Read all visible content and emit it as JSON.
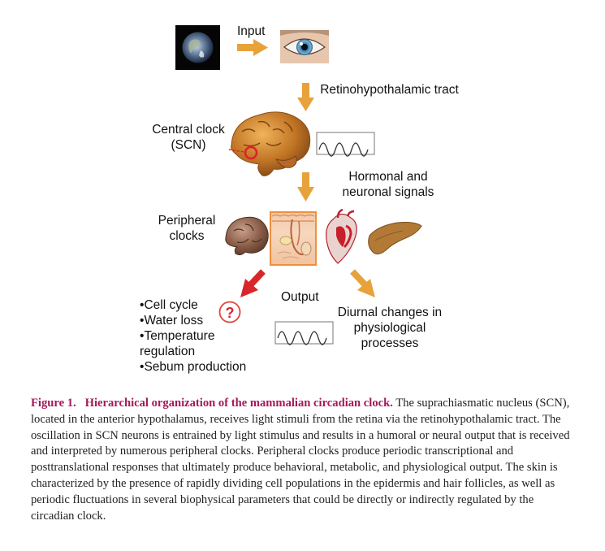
{
  "diagram": {
    "input_label": "Input",
    "rht_label": "Retinohypothalamic tract",
    "central_clock_label": "Central clock (SCN)",
    "hormonal_label": "Hormonal and neuronal signals",
    "peripheral_label": "Peripheral clocks",
    "output_label": "Output",
    "diurnal_label": "Diurnal changes in physiological processes",
    "question_mark": "?",
    "bullets": [
      "Cell cycle",
      "Water loss",
      "Temperature regulation",
      "Sebum production"
    ],
    "colors": {
      "arrow": "#e8a23a",
      "red_arrow": "#d8262b",
      "caption_accent": "#a4195b"
    }
  },
  "caption": {
    "label": "Figure 1.",
    "title": "Hierarchical organization of the mammalian circadian clock.",
    "body": " The suprachiasmatic nucleus (SCN), located in the anterior hypothalamus, receives light stimuli from the retina via the retinohypothalamic tract. The oscillation in SCN neurons is entrained by light stimulus and results in a humoral or neural output that is received and interpreted by numerous peripheral clocks. Peripheral clocks produce periodic transcriptional and posttranslational responses that ultimately produce behavioral, metabolic, and physiological output. The skin is characterized by the presence of rapidly dividing cell populations in the epidermis and hair follicles, as well as periodic fluctuations in several biophysical parameters that could be directly or indirectly regulated by the circadian clock."
  }
}
